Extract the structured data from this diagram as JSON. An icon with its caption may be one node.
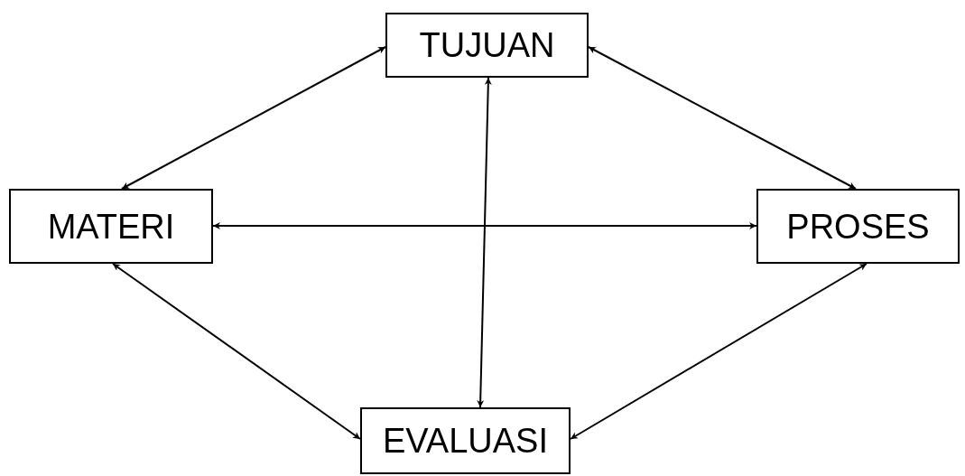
{
  "diagram": {
    "nodes": [
      {
        "text": [
          "TUJUAN"
        ]
      },
      {
        "text": [
          "MATERI"
        ]
      },
      {
        "text": [
          "PROSES"
        ]
      },
      {
        "text": [
          "EVALUASI"
        ]
      }
    ],
    "edges": [
      {
        "from": 0,
        "to": 1,
        "arrow": "both"
      },
      {
        "from": 0,
        "to": 2,
        "arrow": "both"
      },
      {
        "from": 0,
        "to": 3,
        "arrow": "both"
      },
      {
        "from": 1,
        "to": 2,
        "arrow": "both"
      },
      {
        "from": 1,
        "to": 3,
        "arrow": "both"
      },
      {
        "from": 2,
        "to": 3,
        "arrow": "both"
      }
    ]
  }
}
